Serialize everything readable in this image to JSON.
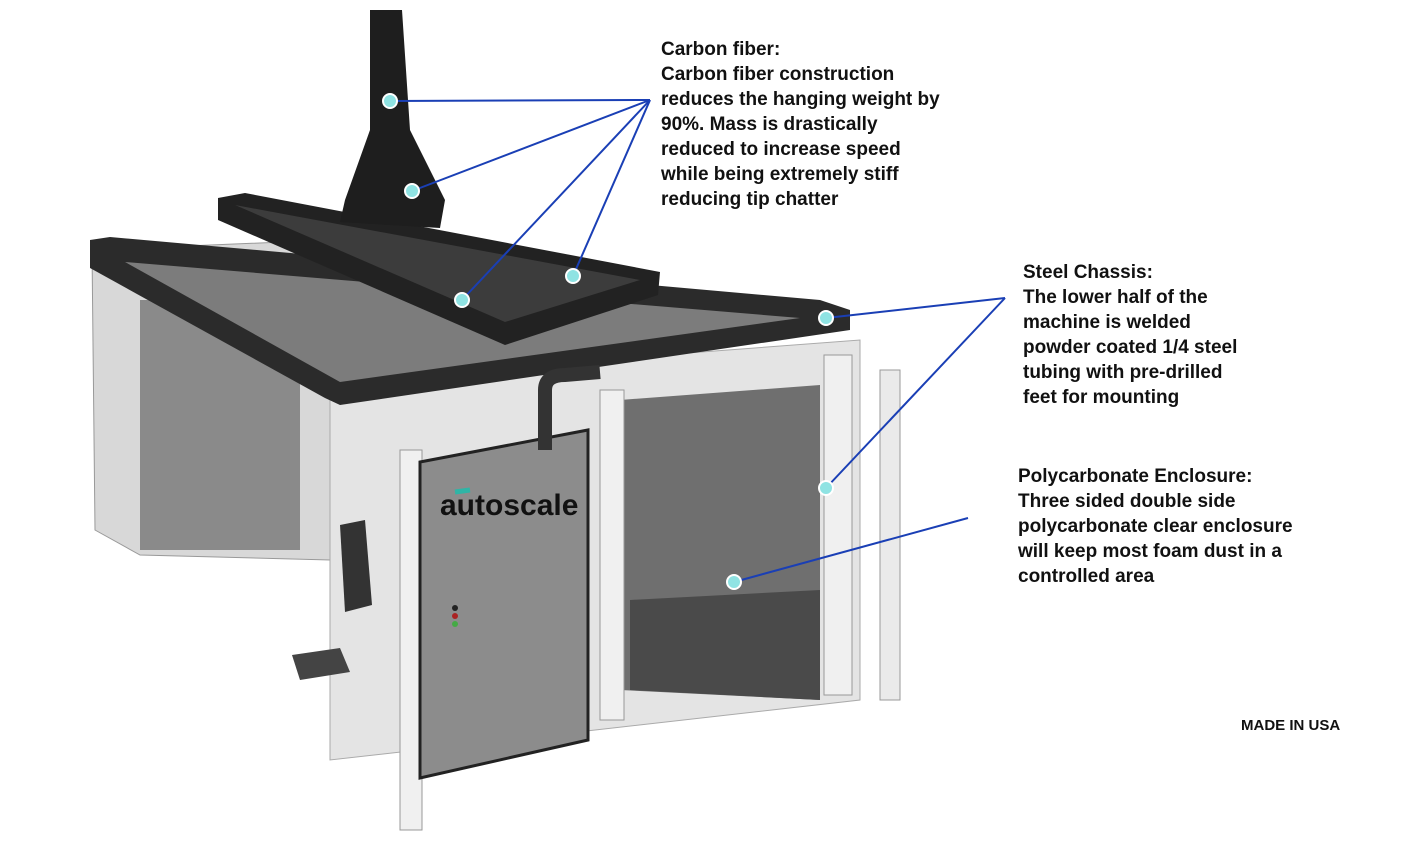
{
  "callouts": {
    "carbon_fiber": {
      "title": "Carbon fiber:",
      "lines": [
        "Carbon fiber construction",
        "reduces the hanging weight by",
        "90%. Mass is drastically",
        "reduced to increase speed",
        "while being extremely stiff",
        "reducing tip chatter"
      ]
    },
    "steel_chassis": {
      "title": "Steel Chassis:",
      "lines": [
        "The lower half of the",
        "machine is welded",
        "powder coated 1/4 steel",
        "tubing with pre-drilled",
        "feet for mounting"
      ]
    },
    "polycarbonate": {
      "title": "Polycarbonate Enclosure:",
      "lines": [
        "Three sided double side",
        "polycarbonate clear enclosure",
        "will keep most foam dust in a",
        "controlled area"
      ]
    }
  },
  "footer": {
    "made_in": "MADE IN USA"
  },
  "logo": {
    "text": "autoscale"
  },
  "colors": {
    "leader_line": "#1a3fb5",
    "marker": "#8fe3e3",
    "frame": "#2a2a2a",
    "panel": "#8a8a8a"
  }
}
